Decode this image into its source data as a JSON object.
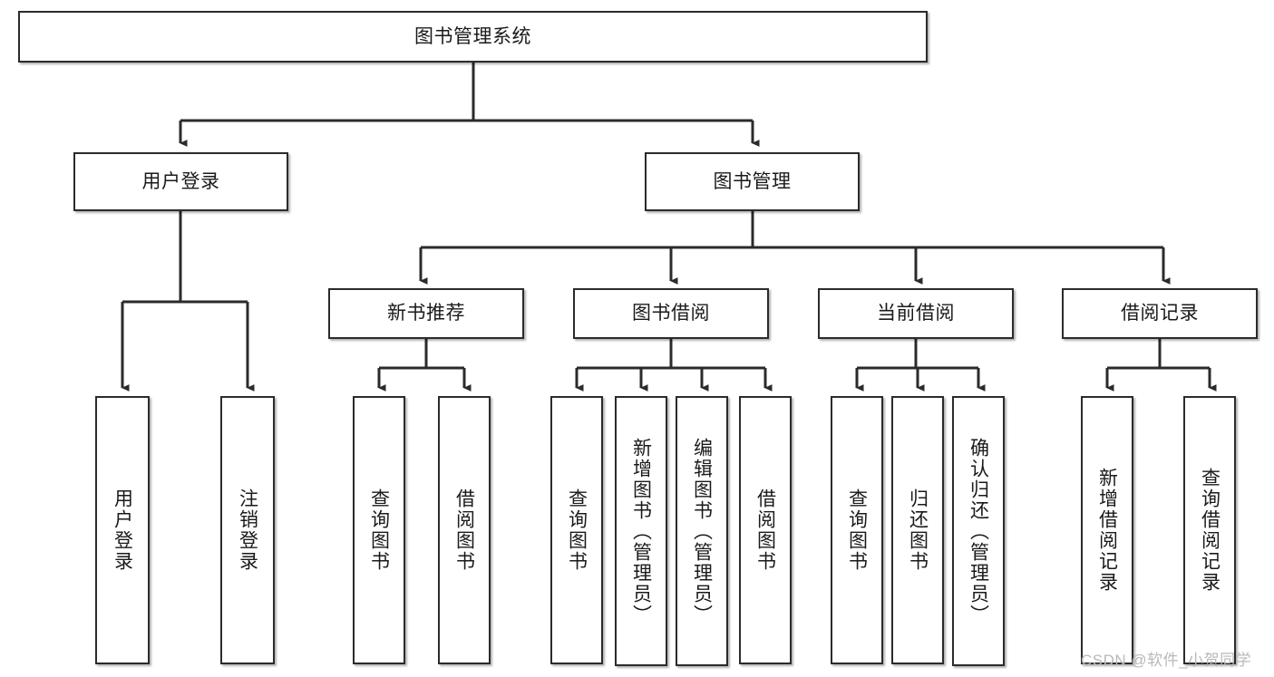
{
  "diagram": {
    "title": "图书管理系统",
    "type": "hierarchy-tree",
    "watermark": "CSDN @软件_小贺同学",
    "colors": {
      "box_border": "#2b2b2b",
      "box_fill": "#ffffff",
      "connector": "#2b2b2b",
      "text": "#1a1a1a",
      "watermark": "#b9b9b9"
    },
    "levels": [
      {
        "level": 1,
        "nodes": [
          {
            "id": "root",
            "label": "图书管理系统",
            "orientation": "horizontal"
          }
        ]
      },
      {
        "level": 2,
        "nodes": [
          {
            "id": "user-login",
            "label": "用户登录",
            "orientation": "horizontal",
            "parent": "root"
          },
          {
            "id": "book-manage",
            "label": "图书管理",
            "orientation": "horizontal",
            "parent": "root"
          }
        ]
      },
      {
        "level": 3,
        "nodes": [
          {
            "id": "new-book-rec",
            "label": "新书推荐",
            "orientation": "horizontal",
            "parent": "book-manage"
          },
          {
            "id": "book-borrow",
            "label": "图书借阅",
            "orientation": "horizontal",
            "parent": "book-manage"
          },
          {
            "id": "current-borrow",
            "label": "当前借阅",
            "orientation": "horizontal",
            "parent": "book-manage"
          },
          {
            "id": "borrow-record",
            "label": "借阅记录",
            "orientation": "horizontal",
            "parent": "book-manage"
          }
        ]
      },
      {
        "level": 4,
        "nodes": [
          {
            "id": "leaf-user-login",
            "label": "用户登录",
            "orientation": "vertical",
            "parent": "user-login"
          },
          {
            "id": "leaf-logout",
            "label": "注销登录",
            "orientation": "vertical",
            "parent": "user-login"
          },
          {
            "id": "leaf-query-book-1",
            "label": "查询图书",
            "orientation": "vertical",
            "parent": "new-book-rec"
          },
          {
            "id": "leaf-borrow-book-1",
            "label": "借阅图书",
            "orientation": "vertical",
            "parent": "new-book-rec"
          },
          {
            "id": "leaf-query-book-2",
            "label": "查询图书",
            "orientation": "vertical",
            "parent": "book-borrow"
          },
          {
            "id": "leaf-add-book",
            "label": "新增图书（管理员）",
            "orientation": "vertical",
            "parent": "book-borrow"
          },
          {
            "id": "leaf-edit-book",
            "label": "编辑图书（管理员）",
            "orientation": "vertical",
            "parent": "book-borrow"
          },
          {
            "id": "leaf-borrow-book-2",
            "label": "借阅图书",
            "orientation": "vertical",
            "parent": "book-borrow"
          },
          {
            "id": "leaf-query-book-3",
            "label": "查询图书",
            "orientation": "vertical",
            "parent": "current-borrow"
          },
          {
            "id": "leaf-return-book",
            "label": "归还图书",
            "orientation": "vertical",
            "parent": "current-borrow"
          },
          {
            "id": "leaf-confirm-return",
            "label": "确认归还（管理员）",
            "orientation": "vertical",
            "parent": "current-borrow"
          },
          {
            "id": "leaf-add-record",
            "label": "新增借阅记录",
            "orientation": "vertical",
            "parent": "borrow-record"
          },
          {
            "id": "leaf-query-record",
            "label": "查询借阅记录",
            "orientation": "vertical",
            "parent": "borrow-record"
          }
        ]
      }
    ]
  }
}
